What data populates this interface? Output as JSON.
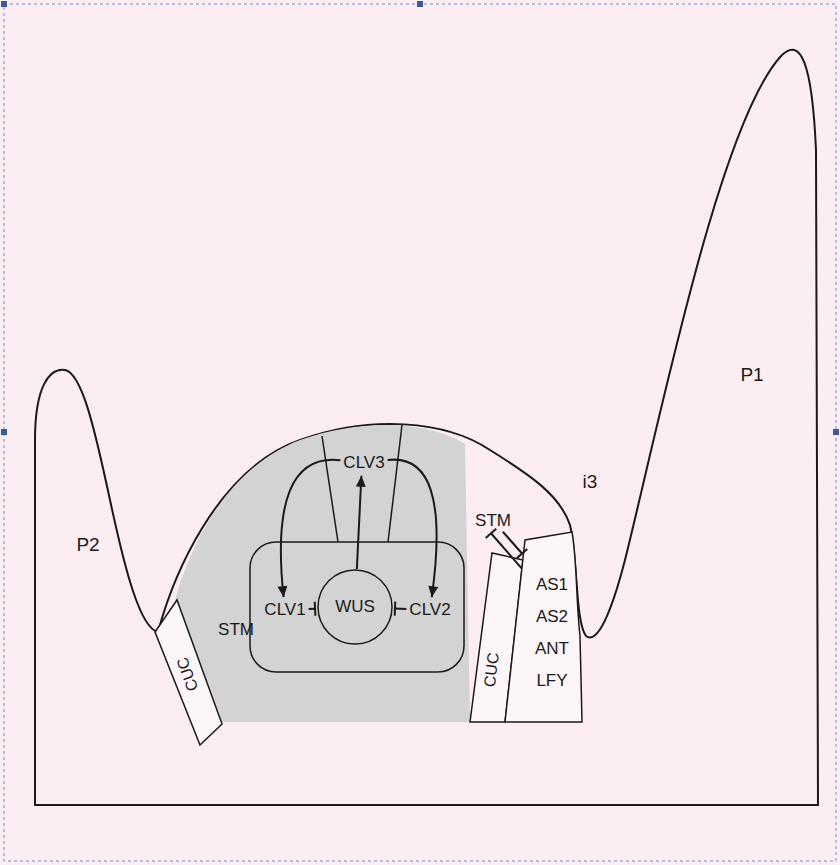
{
  "diagram": {
    "nodes": [
      {
        "text": [
          "STM"
        ]
      },
      {
        "text": [
          "CLV3"
        ],
        "in": 0
      },
      {
        "text": [
          "CLV1"
        ],
        "in": 0
      },
      {
        "text": [
          "WUS"
        ],
        "in": 0
      },
      {
        "text": [
          "CLV2"
        ],
        "in": 0
      },
      {
        "text": [
          "CUC"
        ]
      },
      {
        "text": [
          "STM"
        ]
      },
      {
        "text": [
          "CUC"
        ]
      },
      {
        "text": [
          "AS1",
          "AS2",
          "ANT",
          "LFY"
        ]
      }
    ],
    "edges": [
      {
        "from": 3,
        "to": 1,
        "arrow": "to"
      },
      {
        "from": 1,
        "to": 2,
        "arrow": "to"
      },
      {
        "from": 1,
        "to": 4,
        "arrow": "to"
      },
      {
        "from": 2,
        "to": 3,
        "arrow": "to"
      },
      {
        "from": 4,
        "to": 3,
        "arrow": "to"
      },
      {
        "from": 6,
        "to": 8,
        "arrow": "to"
      },
      {
        "from": 8,
        "to": 6,
        "arrow": "to"
      }
    ],
    "labels": [
      "P1",
      "i3",
      "P2"
    ]
  }
}
